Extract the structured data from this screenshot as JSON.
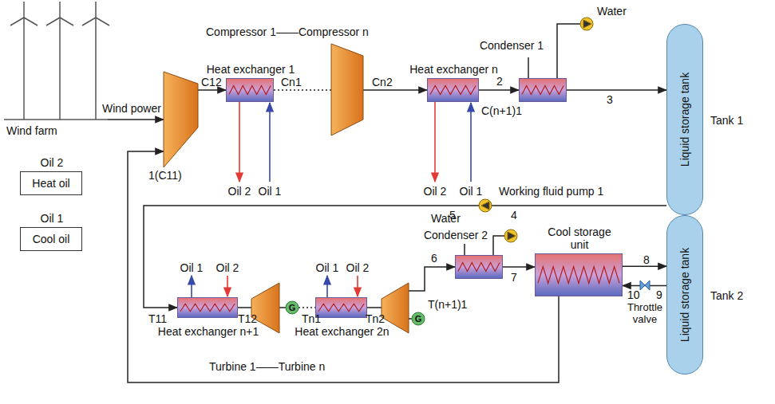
{
  "diagram": {
    "nodes": [
      {
        "text": [
          "Heat exchanger 1"
        ]
      },
      {
        "text": [
          "Heat exchanger n"
        ]
      },
      {
        "text": [
          "Condenser 1"
        ]
      },
      {
        "text": [
          "Liquid storage tank",
          "Tank 1"
        ]
      },
      {
        "text": [
          "Oil 2",
          "Heat oil"
        ]
      },
      {
        "text": [
          "Oil 1",
          "Cool oil"
        ]
      },
      {
        "text": [
          "Heat exchanger n+1"
        ]
      },
      {
        "text": [
          "Heat exchanger 2n"
        ]
      },
      {
        "text": [
          "Condenser 2"
        ]
      },
      {
        "text": [
          "Cool storage unit"
        ]
      },
      {
        "text": [
          "Liquid storage tank",
          "Tank 2"
        ]
      }
    ],
    "edges": [
      {
        "from": 1,
        "to": 2,
        "arrow": "to"
      },
      {
        "from": 2,
        "to": 3,
        "arrow": "to"
      },
      {
        "from": 3,
        "to": 6,
        "arrow": "to"
      },
      {
        "from": 8,
        "to": 9,
        "arrow": "to"
      },
      {
        "from": 9,
        "to": 10,
        "arrow": "to"
      },
      {
        "from": 10,
        "to": 9,
        "arrow": "to"
      }
    ],
    "labels": [
      "Wind farm",
      "Wind power",
      "Compressor 1——Compressor n",
      "C12",
      "Cn1",
      "Cn2",
      "2",
      "C(n+1)1",
      "3",
      "1(C11)",
      "Oil 2",
      "Oil 1",
      "Oil 2",
      "Oil 1",
      "Water",
      "Working fluid pump 1",
      "5",
      "4",
      "Oil 1",
      "Oil 2",
      "Oil 1",
      "Oil 2",
      "Water",
      "6",
      "7",
      "8",
      "9",
      "10",
      "Throttle valve",
      "T11",
      "T12",
      "Tn1",
      "Tn2",
      "T(n+1)1",
      "Turbine 1——Turbine n",
      "G",
      "G"
    ]
  }
}
